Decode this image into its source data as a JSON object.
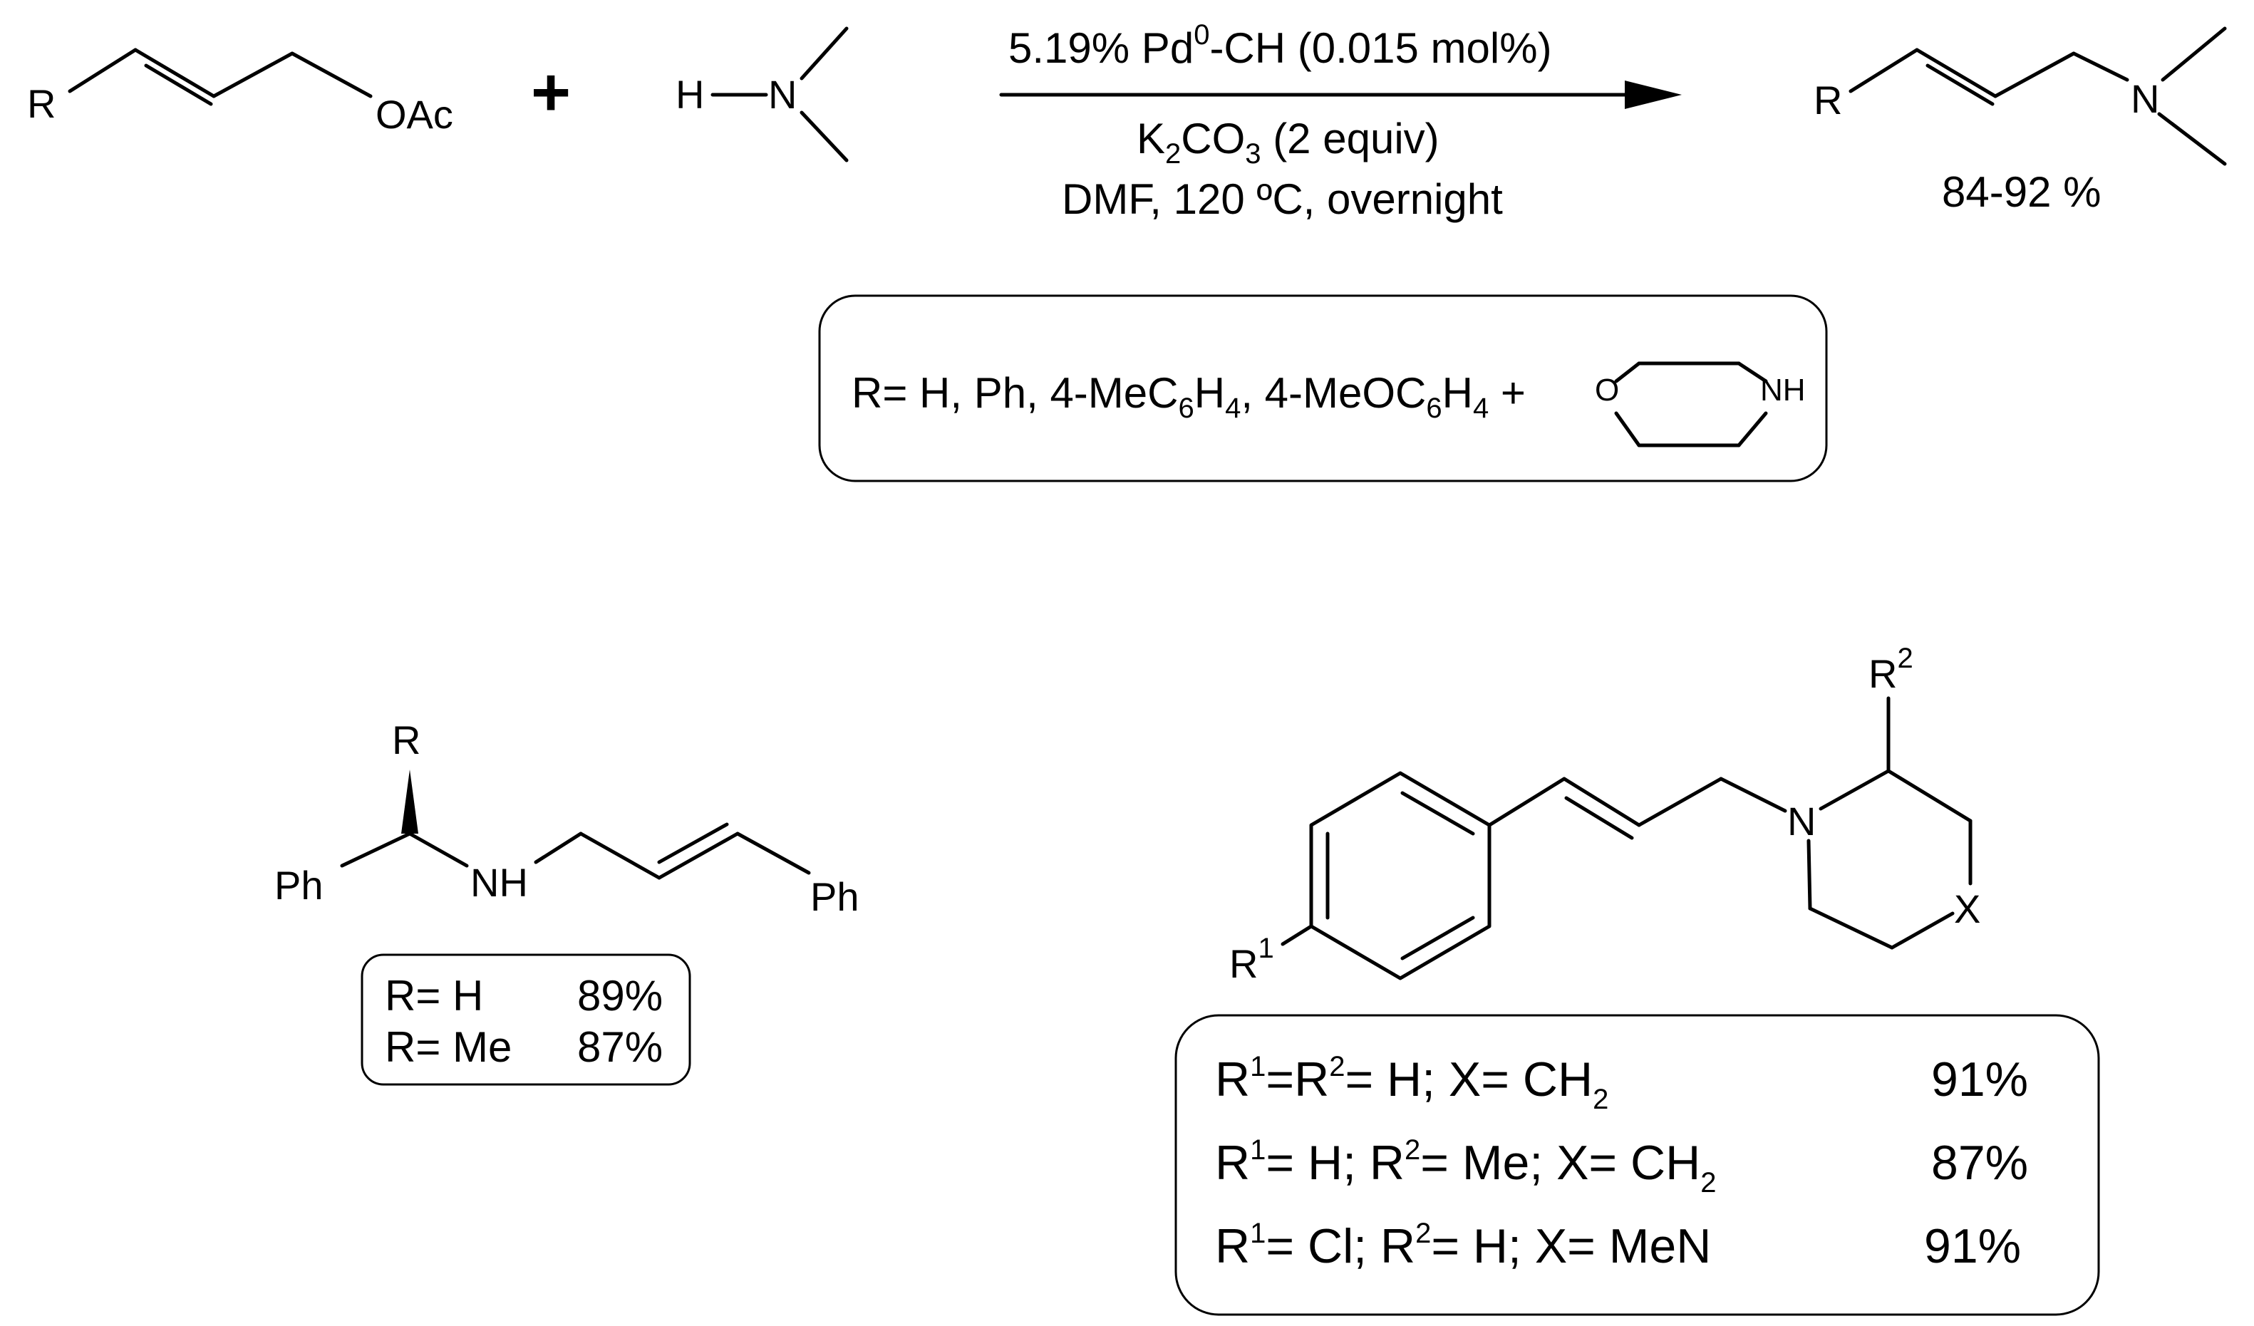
{
  "reaction": {
    "reactant1": {
      "r": "R",
      "oac": "OAc"
    },
    "plus": "+",
    "amine": {
      "h": "H",
      "n": "N"
    },
    "conditions": {
      "catalyst_pre": "5.19% Pd",
      "catalyst_sup": "0",
      "catalyst_post": "-CH (0.015 mol%)",
      "base_k": "K",
      "base_k_sub": "2",
      "base_co": "CO",
      "base_co_sub": "3",
      "base_post": " (2 equiv)",
      "solvent": "DMF, 120 ºC, overnight"
    },
    "product": {
      "r": "R",
      "n": "N",
      "yield": "84-92 %"
    }
  },
  "scope_box": {
    "prefix": "R= H, Ph, 4-MeC",
    "sub1": "6",
    "h1": "H",
    "sub2": "4",
    "mid": ", 4-MeOC",
    "sub3": "6",
    "h2": "H",
    "sub4": "4",
    "plus": " +",
    "morpholine": {
      "o": "O",
      "nh": "NH"
    }
  },
  "example1": {
    "r": "R",
    "ph_left": "Ph",
    "nh": "NH",
    "ph_right": "Ph",
    "rows": [
      {
        "label": "R= H",
        "yield": "89%"
      },
      {
        "label": "R= Me",
        "yield": "87%"
      }
    ]
  },
  "example2": {
    "r2": "R",
    "r2_sup": "2",
    "n": "N",
    "x": "X",
    "r1": "R",
    "r1_sup": "1",
    "rows": [
      {
        "a": "R",
        "a_sup": "1",
        "b": "=R",
        "b_sup": "2",
        "c": "= H; X= CH",
        "c_sub": "2",
        "yield": "91%"
      },
      {
        "a": "R",
        "a_sup": "1",
        "b": "= H; R",
        "b_sup": "2",
        "c": "= Me; X= CH",
        "c_sub": "2",
        "yield": "87%"
      },
      {
        "a": "R",
        "a_sup": "1",
        "b": "= Cl; R",
        "b_sup": "2",
        "c": "= H; X= MeN",
        "c_sub": "",
        "yield": "91%"
      }
    ]
  }
}
